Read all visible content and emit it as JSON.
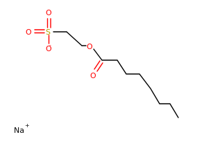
{
  "molecule": {
    "atom_colors": {
      "oxygen": "#ff0000",
      "sulfur": "#b8a400",
      "sodium": "#000000",
      "carbon_bond": "#000000"
    },
    "labels": {
      "sulfur": "S",
      "sulfonyl_oxygen_left": "O",
      "sulfonyl_oxygen_top": "O",
      "sulfonate_oxygen": "O",
      "sulfonate_charge": "-",
      "ester_oxygen": "O",
      "carbonyl_oxygen": "O",
      "sodium": "Na",
      "sodium_charge": "+"
    }
  }
}
